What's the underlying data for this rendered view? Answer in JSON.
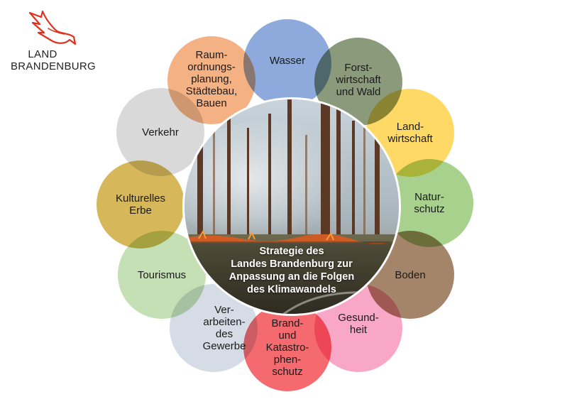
{
  "logo": {
    "line1": "LAND",
    "line2": "BRANDENBURG"
  },
  "center": {
    "title": "Strategie des\nLandes Brandenburg zur\nAnpassung an die Folgen\ndes Klimawandels"
  },
  "petals": {
    "wasser": {
      "label": "Wasser",
      "color": "#8eaadc"
    },
    "forst": {
      "label": "Forst-\nwirtschaft\nund Wald",
      "color": "#8a9a7b"
    },
    "landwirtschaft": {
      "label": "Land-\nwirtschaft",
      "color": "#ffd966"
    },
    "naturschutz": {
      "label": "Natur-\nschutz",
      "color": "#a9d18e"
    },
    "boden": {
      "label": "Boden",
      "color": "#a5856a"
    },
    "gesundheit": {
      "label": "Gesund-\nheit",
      "color": "#f8a8c6"
    },
    "brand": {
      "label": "Brand-\nund\nKatastro-\nphen-\nschutz",
      "color": "#f46a6e"
    },
    "gewerbe": {
      "label": "Ver-\narbeiten-\ndes\nGewerbe",
      "color": "#d6dce5"
    },
    "tourismus": {
      "label": "Tourismus",
      "color": "#c5e0b4"
    },
    "kultur": {
      "label": "Kulturelles\nErbe",
      "color": "#d6b85a"
    },
    "verkehr": {
      "label": "Verkehr",
      "color": "#d9d9d9"
    },
    "raum": {
      "label": "Raum-\nordnungs-\nplanung,\nStädtebau,\nBauen",
      "color": "#f4b183"
    }
  }
}
